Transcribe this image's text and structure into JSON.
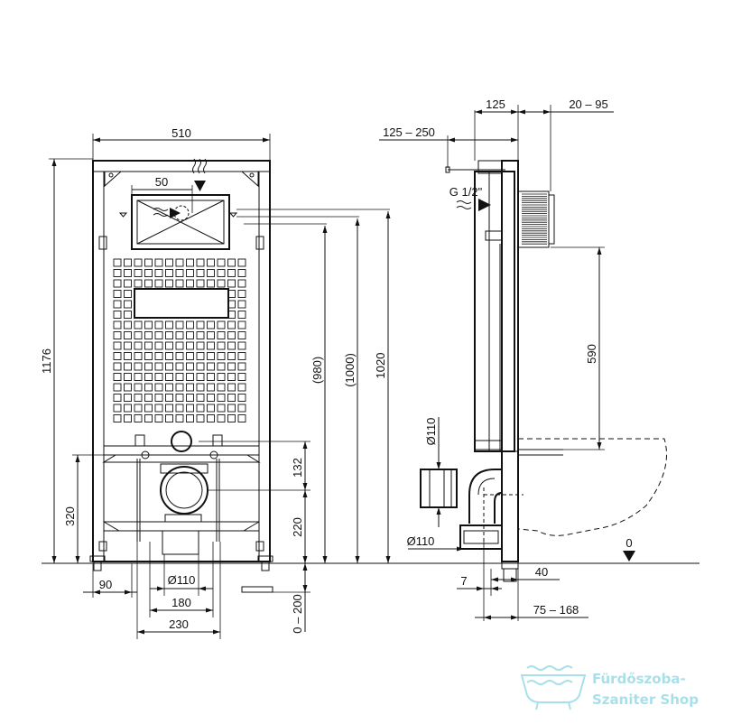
{
  "dimensions": {
    "width_510": "510",
    "height_1176": "1176",
    "offset_50": "50",
    "d980": "(980)",
    "d1000": "(1000)",
    "d1020": "1020",
    "d132": "132",
    "d220": "220",
    "d320": "320",
    "d90": "90",
    "d110_front": "Ø110",
    "d180": "180",
    "d230": "230",
    "d0_200": "0 – 200",
    "d125": "125",
    "d20_95": "20 – 95",
    "d125_250": "125 – 250",
    "g_half": "G 1/2\"",
    "d590": "590",
    "d110_side_top": "Ø110",
    "d110_side_bottom": "Ø110",
    "d0": "0",
    "d7": "7",
    "d40": "40",
    "d75_168": "75 – 168"
  },
  "watermark": {
    "line1": "Fürdőszoba-",
    "line2": "Szaniter Shop",
    "color": "#9adbe6",
    "icon": "bathtub-icon"
  }
}
